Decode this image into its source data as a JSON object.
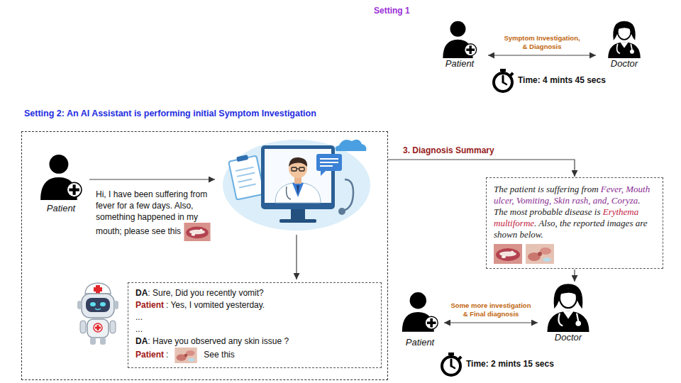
{
  "diagram": {
    "nodes": [
      {
        "text": [
          "Patient"
        ]
      },
      {
        "text": [
          "Doctor"
        ]
      },
      {
        "text": [
          "Setting 2: An AI Assistant is performing initial Symptom Investigation"
        ]
      },
      {
        "text": [
          "Patient"
        ],
        "in": 2
      },
      {
        "text": [
          "DA",
          ": Sure, Did you recently vomit?",
          "Patient",
          ": Yes, I vomited yesterday.",
          "...",
          "...",
          "DA",
          ": Have you observed any skin issue ?",
          "Patient",
          ":",
          "See this"
        ],
        "in": 2
      },
      {
        "text": [
          "The patient is suffering from",
          "Fever, Mouth ulcer, Vomiting, Skin rash, and, Coryza",
          ". The most probable disease is",
          "Erythema multiforme",
          ". Also, the reported images are shown below."
        ]
      },
      {
        "text": [
          "Patient"
        ]
      },
      {
        "text": [
          "Doctor"
        ]
      }
    ],
    "edges": [
      {
        "from": 0,
        "to": 1,
        "arrow": "both",
        "label": "Symptom Investigation, & Diagnosis"
      },
      {
        "from": 2,
        "to": 5,
        "arrow": "to",
        "label": "3. Diagnosis Summary"
      },
      {
        "from": 5,
        "to": 7,
        "arrow": "to"
      },
      {
        "from": 6,
        "to": 7,
        "arrow": "both",
        "label": "Some more investigation & Final diagnosis"
      }
    ],
    "labels": [
      "Setting 1",
      "Time: 4 mints 45 secs",
      "Hi, I have been suffering from fever for a few days. Also, something happened in my mouth; please see this",
      "Time: 2 mints 15 secs"
    ]
  }
}
